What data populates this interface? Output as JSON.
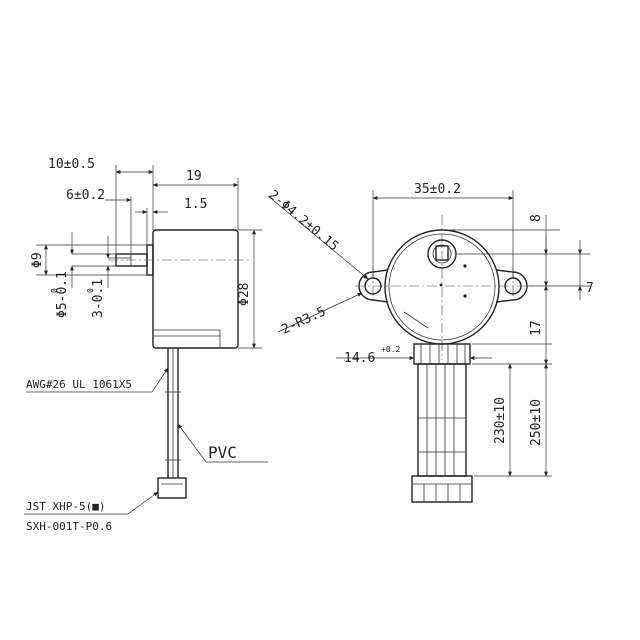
{
  "side_view": {
    "dim_length_shaft": "10±0.5",
    "dim_body_depth": "19",
    "dim_flat_length": "6±0.2",
    "dim_boss_offset": "1.5",
    "dim_shaft_dia": "Φ9",
    "dim_shaft_flat": "Φ5-0.1",
    "dim_shaft_flat_tol": "0",
    "dim_flat_width": "3-0.1",
    "dim_flat_width_tol": "0",
    "dim_body_dia": "Φ28",
    "wire_spec": "AWG#26 UL 1061X5",
    "sleeve": "PVC",
    "connector_1": "JST XHP-5(■)",
    "connector_2": "SXH-001T-P0.6"
  },
  "front_view": {
    "dim_mount_holes": "2-Φ4.2±0.15",
    "dim_ear_radius": "2-R3.5",
    "dim_hole_spacing": "35±0.2",
    "dim_top_8": "8",
    "dim_right_7": "7",
    "dim_right_17": "17",
    "dim_cable_width": "14.6",
    "dim_cable_width_tol": "+0.2",
    "dim_wire_230": "230±10",
    "dim_wire_250": "250±10"
  }
}
